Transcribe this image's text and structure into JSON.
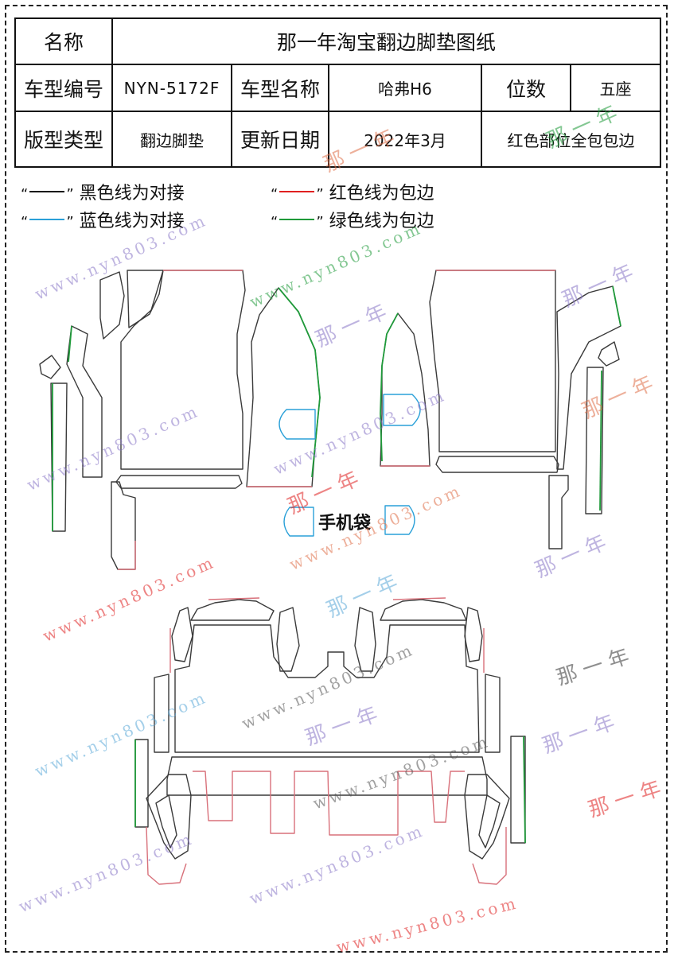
{
  "header": {
    "name_label": "名称",
    "name_value": "那一年淘宝翻边脚垫图纸",
    "model_no_label": "车型编号",
    "model_no_value": "NYN-5172F",
    "model_name_label": "车型名称",
    "model_name_value": "哈弗H6",
    "seats_label": "位数",
    "seats_value": "五座",
    "pattern_type_label": "版型类型",
    "pattern_type_value": "翻边脚垫",
    "update_label": "更新日期",
    "update_value": "2022年3月",
    "note_value": "红色部位全包包边"
  },
  "legend": {
    "items": [
      {
        "quote_open": "“",
        "quote_close": "”",
        "text": "黑色线为对接",
        "color": "#111111"
      },
      {
        "quote_open": "“",
        "quote_close": "”",
        "text": "红色线为包边",
        "color": "#e02020"
      },
      {
        "quote_open": "“",
        "quote_close": "”",
        "text": "蓝色线为对接",
        "color": "#2aa0d8"
      },
      {
        "quote_open": "“",
        "quote_close": "”",
        "text": "绿色线为包边",
        "color": "#1f9a3a"
      }
    ]
  },
  "pouch_label": "手机袋",
  "watermarks": {
    "url": "www.nyn803.com",
    "brand": "那一年"
  },
  "colors": {
    "outline": "#3a3a3a",
    "edge_red": "#d8707a",
    "edge_green": "#1f9a3a",
    "edge_blue": "#2aa0d8",
    "wm_purple": "#8a78c8",
    "wm_red": "#e02020",
    "wm_green": "#1f9a3a",
    "wm_blue": "#5aa8d8",
    "wm_orange": "#e0704a",
    "wm_gray": "#333333"
  }
}
